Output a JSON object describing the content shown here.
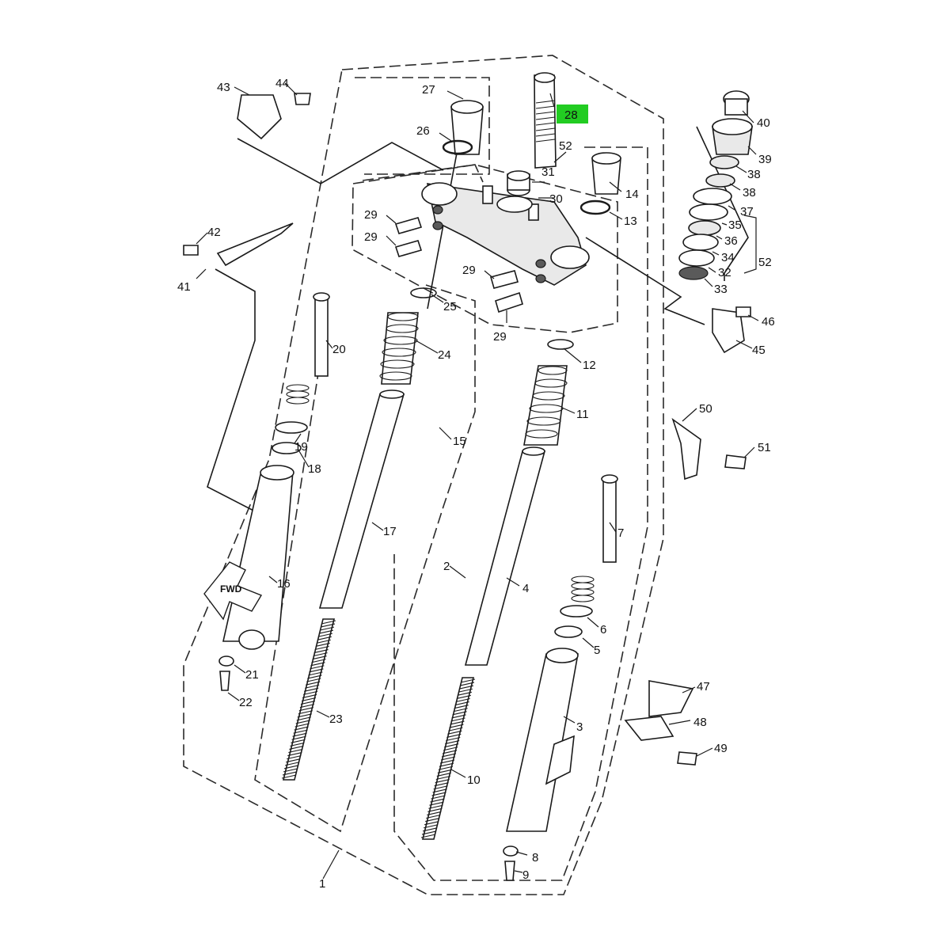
{
  "diagram": {
    "highlight_color": "#22cc22",
    "fwd_label": "FWD",
    "labels": {
      "l1": "1",
      "l2": "2",
      "l3": "3",
      "l4": "4",
      "l5": "5",
      "l6": "6",
      "l7": "7",
      "l8": "8",
      "l9": "9",
      "l10": "10",
      "l11": "11",
      "l12": "12",
      "l13": "13",
      "l14": "14",
      "l15": "15",
      "l16": "16",
      "l17": "17",
      "l18": "18",
      "l19": "19",
      "l20": "20",
      "l21": "21",
      "l22": "22",
      "l23": "23",
      "l24": "24",
      "l25": "25",
      "l26": "26",
      "l27": "27",
      "l28": "28",
      "l29a": "29",
      "l29b": "29",
      "l29c": "29",
      "l29d": "29",
      "l30": "30",
      "l31": "31",
      "l32": "32",
      "l33": "33",
      "l34": "34",
      "l35": "35",
      "l36": "36",
      "l37": "37",
      "l38a": "38",
      "l38b": "38",
      "l39": "39",
      "l40": "40",
      "l41": "41",
      "l42": "42",
      "l43": "43",
      "l44": "44",
      "l45": "45",
      "l46": "46",
      "l47": "47",
      "l48": "48",
      "l49": "49",
      "l50": "50",
      "l51": "51",
      "l52a": "52",
      "l52b": "52"
    }
  }
}
